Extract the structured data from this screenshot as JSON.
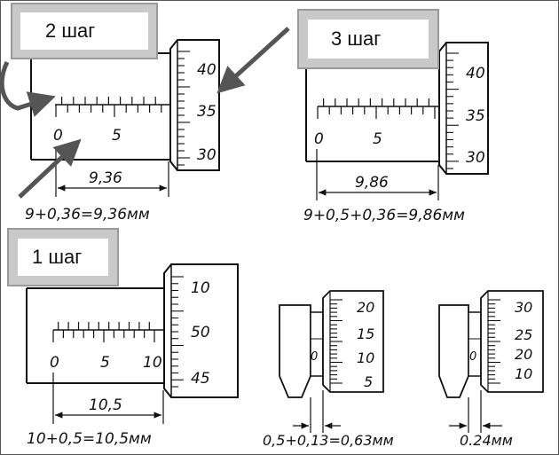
{
  "step2": {
    "badge": "2 шаг",
    "thimble_numbers": [
      "40",
      "35",
      "30"
    ],
    "sleeve_numbers": [
      "0",
      "5"
    ],
    "dimension": "9,36",
    "formula": "9+0,36=9,36мм"
  },
  "step3": {
    "badge": "3 шаг",
    "thimble_numbers": [
      "40",
      "35",
      "30"
    ],
    "sleeve_numbers": [
      "0",
      "5"
    ],
    "dimension": "9,86",
    "formula": "9+0,5+0,36=9,86мм"
  },
  "step1": {
    "badge": "1 шаг",
    "thimble_numbers": [
      "10",
      "50",
      "45"
    ],
    "sleeve_numbers": [
      "0",
      "5",
      "10"
    ],
    "dimension": "10,5",
    "formula": "10+0,5=10,5мм"
  },
  "example4": {
    "thimble_numbers": [
      "20",
      "15",
      "10",
      "5"
    ],
    "sleeve_zero": "0",
    "formula": "0,5+0,13=0,63мм"
  },
  "example5": {
    "thimble_numbers": [
      "30",
      "25",
      "20",
      "10"
    ],
    "sleeve_zero": "0",
    "formula": "0.24мм"
  }
}
